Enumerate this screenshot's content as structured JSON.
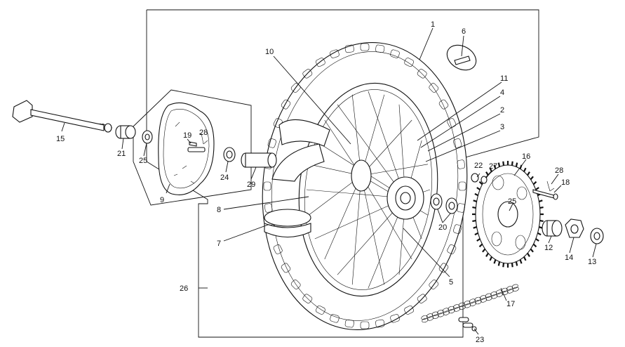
{
  "diagram": {
    "callouts": [
      {
        "id": "c1",
        "text": "1"
      },
      {
        "id": "c2",
        "text": "2"
      },
      {
        "id": "c3",
        "text": "3"
      },
      {
        "id": "c4",
        "text": "4"
      },
      {
        "id": "c5",
        "text": "5"
      },
      {
        "id": "c6",
        "text": "6"
      },
      {
        "id": "c7",
        "text": "7"
      },
      {
        "id": "c8",
        "text": "8"
      },
      {
        "id": "c9",
        "text": "9"
      },
      {
        "id": "c10",
        "text": "10"
      },
      {
        "id": "c11",
        "text": "11"
      },
      {
        "id": "c12",
        "text": "12"
      },
      {
        "id": "c13",
        "text": "13"
      },
      {
        "id": "c14",
        "text": "14"
      },
      {
        "id": "c15",
        "text": "15"
      },
      {
        "id": "c16",
        "text": "16"
      },
      {
        "id": "c17",
        "text": "17"
      },
      {
        "id": "c18",
        "text": "18"
      },
      {
        "id": "c19",
        "text": "19"
      },
      {
        "id": "c20",
        "text": "20"
      },
      {
        "id": "c21",
        "text": "21"
      },
      {
        "id": "c22",
        "text": "22"
      },
      {
        "id": "c23",
        "text": "23"
      },
      {
        "id": "c24",
        "text": "24"
      },
      {
        "id": "c25a",
        "text": "25"
      },
      {
        "id": "c25b",
        "text": "25"
      },
      {
        "id": "c26",
        "text": "26"
      },
      {
        "id": "c27",
        "text": "27"
      },
      {
        "id": "c28a",
        "text": "28"
      },
      {
        "id": "c28b",
        "text": "28"
      },
      {
        "id": "c29",
        "text": "29"
      }
    ]
  }
}
